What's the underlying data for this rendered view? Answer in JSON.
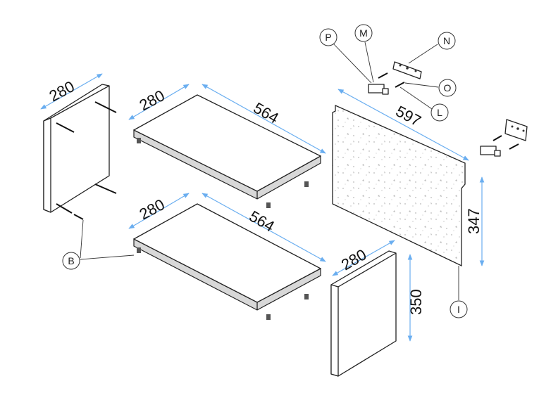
{
  "diagram": {
    "dimensions": {
      "left_side_depth": "280",
      "top_shelf_depth": "280",
      "top_shelf_width": "564",
      "bottom_shelf_depth": "280",
      "bottom_shelf_width": "564",
      "back_panel_width": "597",
      "back_panel_height": "347",
      "right_side_depth": "280",
      "right_side_height": "350"
    },
    "callouts": {
      "P": "P",
      "M": "M",
      "N": "N",
      "O": "O",
      "L": "L",
      "B": "B",
      "I": "I"
    },
    "colors": {
      "dimension_line": "#6aaef0"
    }
  }
}
